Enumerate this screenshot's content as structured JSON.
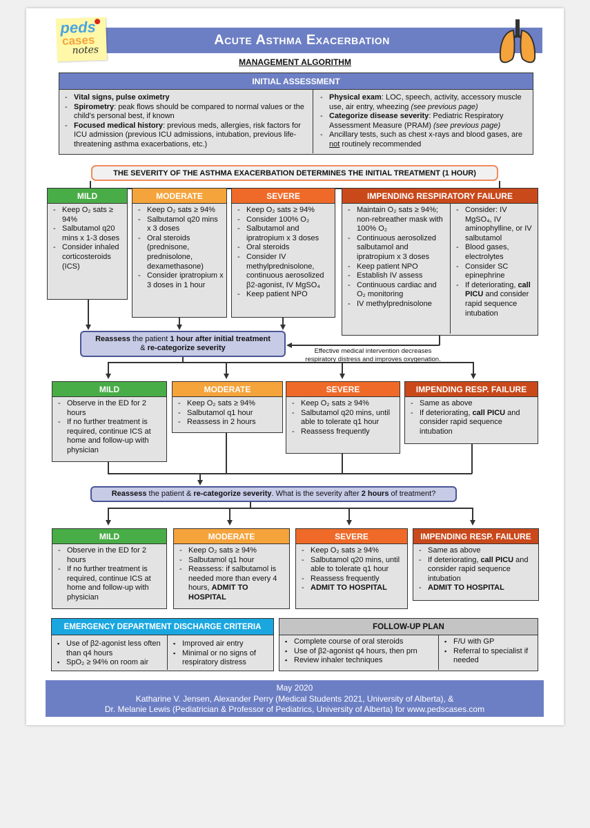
{
  "header": {
    "title": "Acute Asthma Exacerbation",
    "subtitle": "MANAGEMENT ALGORITHM",
    "logo_top": "peds",
    "logo_mid": "cases",
    "logo_bot": "notes"
  },
  "initial": {
    "title": "INITIAL ASSESSMENT",
    "left": [
      {
        "b": "Vital signs, pulse oximetry",
        "t": ""
      },
      {
        "b": "Spirometry",
        "t": ": peak flows should be compared to normal values or the child's personal best, if known"
      },
      {
        "b": "Focused medical history",
        "t": ": previous meds, allergies, risk factors for ICU admission (previous ICU admissions, intubation, previous life-threatening asthma exacerbations, etc.)"
      }
    ],
    "right": [
      {
        "b": "Physical exam",
        "t": ": LOC, speech, activity, accessory muscle use, air entry, wheezing ",
        "i": "(see previous page)"
      },
      {
        "b": "Categorize disease severity",
        "t": ": Pediatric Respiratory Assessment Measure (PRAM) ",
        "i": "(see previous page)"
      },
      {
        "b": "",
        "t": "Ancillary tests, such as chest x-rays and blood gases, are ",
        "u": "not",
        "t2": " routinely recommended"
      }
    ]
  },
  "severity_banner": "THE SEVERITY OF THE ASTHMA EXACERBATION DETERMINES THE INITIAL TREATMENT (1 HOUR)",
  "row1": {
    "mild": {
      "title": "MILD",
      "items": [
        "Keep O₂ sats ≥ 94%",
        "Salbutamol q20 mins x 1-3 doses",
        "Consider inhaled corticosteroids (ICS)"
      ]
    },
    "moderate": {
      "title": "MODERATE",
      "items": [
        "Keep O₂ sats ≥ 94%",
        "Salbutamol q20 mins x 3 doses",
        "Oral steroids (prednisone, prednisolone, dexamethasone)",
        "Consider ipratropium x 3 doses in 1 hour"
      ]
    },
    "severe": {
      "title": "SEVERE",
      "items": [
        "Keep O₂ sats ≥ 94%",
        "Consider 100% O₂",
        "Salbutamol and ipratropium x 3 doses",
        "Oral steroids",
        "Consider IV methylprednisolone, continuous aerosolized β2-agonist, IV MgSO₄",
        "Keep patient NPO"
      ]
    },
    "irf": {
      "title": "IMPENDING RESPIRATORY FAILURE",
      "items_left": [
        "Maintain O₂ sats ≥ 94%; non-rebreather mask with 100% O₂",
        "Continuous aerosolized salbutamol and ipratropium x 3 doses",
        "Keep patient NPO",
        "Establish IV assess",
        "Continuous cardiac and O₂ monitoring",
        "IV methylprednisolone"
      ],
      "items_right": [
        "Consider: IV MgSO₄, IV aminophylline, or IV salbutamol",
        "Blood gases, electrolytes",
        "Consider SC epinephrine"
      ],
      "last_pre": "If deteriorating, ",
      "last_b": "call PICU",
      "last_post": " and consider rapid sequence intubation"
    }
  },
  "reassess1": {
    "b1": "Reassess",
    "t1": " the patient ",
    "b2": "1 hour after initial treatment",
    "t2": "& ",
    "b3": "re-categorize severity"
  },
  "effective_note": "Effective medical intervention decreases respiratory distress and improves oxygenation.",
  "row2": {
    "mild": {
      "title": "MILD",
      "items": [
        "Observe in the ED for 2 hours",
        "If no further treatment is required, continue ICS at home and follow-up with physician"
      ]
    },
    "moderate": {
      "title": "MODERATE",
      "items": [
        "Keep O₂ sats ≥ 94%",
        "Salbutamol q1 hour",
        "Reassess in 2 hours"
      ]
    },
    "severe": {
      "title": "SEVERE",
      "items": [
        "Keep O₂ sats ≥ 94%",
        "Salbutamol q20 mins, until able to tolerate q1 hour",
        "Reassess frequently"
      ]
    },
    "irf": {
      "title": "IMPENDING RESP. FAILURE",
      "item1": "Same as above",
      "pre": "If deteriorating, ",
      "b": "call PICU",
      "post": " and consider rapid sequence intubation"
    }
  },
  "reassess2": {
    "b1": "Reassess",
    "t1": " the patient & ",
    "b2": "re-categorize severity",
    "t2": ". What is the severity after ",
    "b3": "2 hours",
    "t3": " of treatment?"
  },
  "row3": {
    "mild": {
      "title": "MILD",
      "items": [
        "Observe in the ED for 2 hours",
        "If no further treatment is required, continue ICS at home and follow-up with physician"
      ]
    },
    "moderate": {
      "title": "MODERATE",
      "items": [
        "Keep O₂ sats ≥ 94%",
        "Salbutamol q1 hour"
      ],
      "item3": "Reassess: if salbutamol is needed more than every 4 hours, ",
      "item3b": "ADMIT TO HOSPITAL"
    },
    "severe": {
      "title": "SEVERE",
      "items": [
        "Keep O₂ sats ≥ 94%",
        "Salbutamol q20 mins, until able to tolerate q1 hour",
        "Reassess frequently"
      ],
      "admit": "ADMIT TO HOSPITAL"
    },
    "irf": {
      "title": "IMPENDING RESP. FAILURE",
      "item1": "Same as above",
      "pre": "If deteriorating, ",
      "b": "call PICU",
      "post": " and consider rapid sequence intubation",
      "admit": "ADMIT TO HOSPITAL"
    }
  },
  "discharge": {
    "title": "EMERGENCY DEPARTMENT DISCHARGE CRITERIA",
    "left": [
      "Use of β2-agonist less often than q4 hours",
      "SpO₂ ≥ 94% on room air"
    ],
    "right": [
      "Improved air entry",
      "Minimal or no signs of respiratory distress"
    ]
  },
  "followup": {
    "title": "FOLLOW-UP PLAN",
    "left": [
      "Complete course of oral steroids",
      "Use of β2-agonist q4 hours, then prn",
      "Review inhaler techniques"
    ],
    "right": [
      "F/U with GP",
      "Referral to specialist if needed"
    ]
  },
  "footer": {
    "date": "May 2020",
    "line1": "Katharine V. Jensen, Alexander Perry (Medical Students 2021, University of Alberta), &",
    "line2": "Dr. Melanie Lewis (Pediatrician & Professor of Pediatrics, University of Alberta) for www.pedscases.com"
  },
  "colors": {
    "mild": "#49ad47",
    "moderate": "#f5a33b",
    "severe": "#ef6a28",
    "irf": "#c9491b",
    "banner": "#6d7fc4",
    "discharge": "#1aa7e0"
  }
}
